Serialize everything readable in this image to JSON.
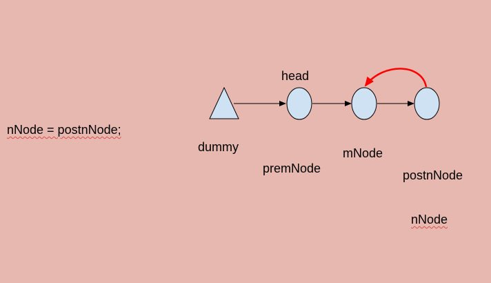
{
  "colors": {
    "background": "#e6b8af",
    "node_fill": "#cfe2f3",
    "node_stroke": "#000000",
    "edge": "#000000",
    "reassign_arrow": "#ff0000"
  },
  "code_line": "nNode = postnNode;",
  "labels": {
    "dummy": "dummy",
    "head": "head",
    "premNode": "premNode",
    "mNode": "mNode",
    "postnNode": "postnNode",
    "nNode": "nNode"
  },
  "nodes": [
    {
      "id": "dummy",
      "shape": "triangle"
    },
    {
      "id": "head",
      "shape": "ellipse"
    },
    {
      "id": "mNode",
      "shape": "ellipse"
    },
    {
      "id": "postnNode",
      "shape": "ellipse"
    }
  ],
  "edges": [
    {
      "from": "dummy",
      "to": "head"
    },
    {
      "from": "head",
      "to": "mNode"
    },
    {
      "from": "mNode",
      "to": "postnNode"
    },
    {
      "from": "postnNode",
      "to": "mNode",
      "style": "curved"
    }
  ]
}
